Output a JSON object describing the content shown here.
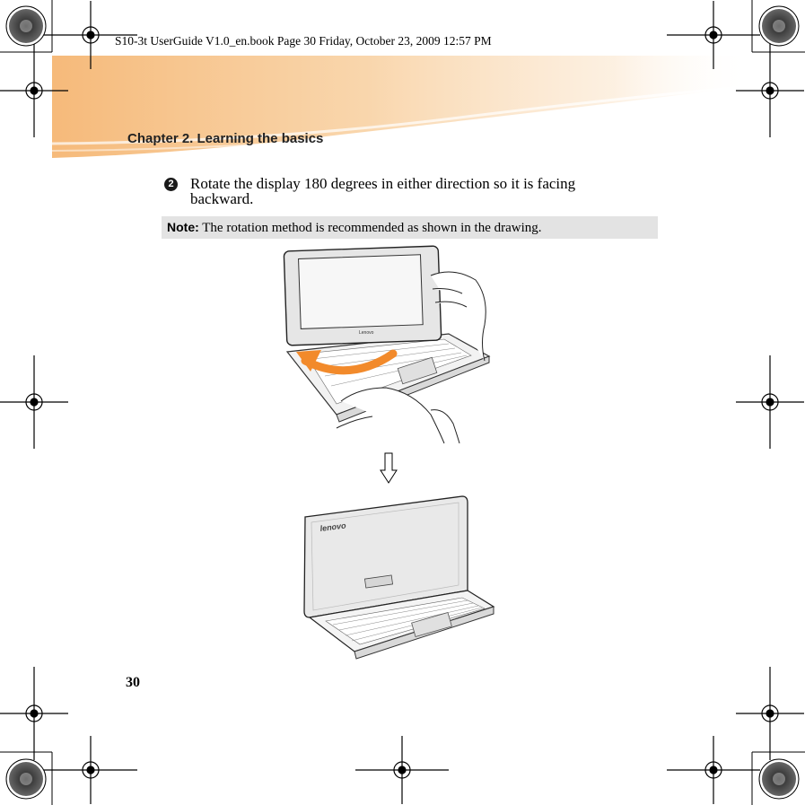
{
  "header": {
    "book_line": "S10-3t UserGuide V1.0_en.book  Page 30  Friday, October 23, 2009  12:57 PM"
  },
  "chapter": {
    "title": "Chapter 2. Learning the basics"
  },
  "step": {
    "number": "2",
    "text": "Rotate the display 180 degrees in either direction so  it is facing backward."
  },
  "note": {
    "label": "Note:",
    "text": "The rotation method is recommended as shown in the drawing."
  },
  "illustration": {
    "top_logo": "Lenovo",
    "bottom_logo": "lenovo"
  },
  "colors": {
    "banner": "#f7c98f",
    "rotation_arrow": "#f28a2b",
    "note_background": "#e3e3e3"
  },
  "page": {
    "number": "30"
  }
}
